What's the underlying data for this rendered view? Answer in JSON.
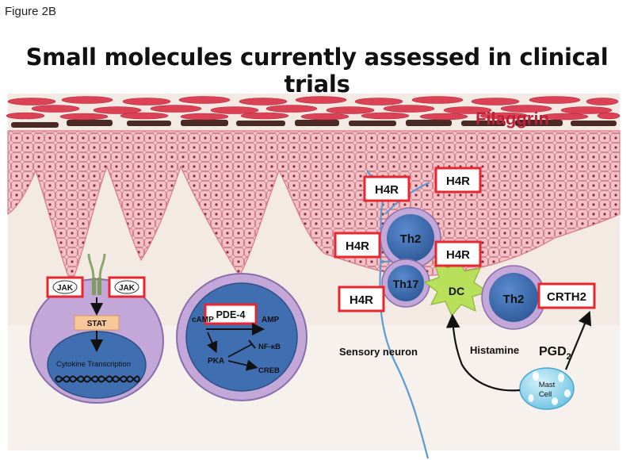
{
  "figure_label": "Figure 2B",
  "title": "Small molecules currently assessed in clinical trials",
  "skin": {
    "filaggrin_label": "Filaggrin"
  },
  "jak_cell": {
    "jak_left": "JAK",
    "jak_right": "JAK",
    "stat": "STAT",
    "cytokine": "Cytokine Transcription"
  },
  "pde_cell": {
    "camp": "cAMP",
    "pde4": "PDE-4",
    "amp": "AMP",
    "nfkb": "NF-κB",
    "pka": "PKA",
    "creb": "CREB"
  },
  "immune": {
    "h4r": "H4R",
    "th2": "Th2",
    "th17": "Th17",
    "dc": "DC",
    "crth2": "CRTH2",
    "mast_cell_line1": "Mast",
    "mast_cell_line2": "Cell",
    "sensory_neuron": "Sensory neuron",
    "histamine": "Histamine",
    "pgd2_base": "PGD",
    "pgd2_sub": "2"
  },
  "colors": {
    "red_box": "#e8262d",
    "corneocyte": "#e0485a",
    "epidermis": "#f3c7cb",
    "dermis": "#f3ebe3",
    "purple": "#c3a7d8",
    "blue": "#3f6fb0",
    "neuron": "#5b9bd5",
    "dc_green": "#b8e05a",
    "stat_orange": "#f7c79a"
  }
}
